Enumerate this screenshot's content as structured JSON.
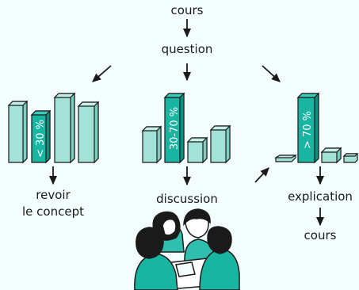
{
  "flow": {
    "top": "cours",
    "question": "question",
    "left_outcome_line1": "revoir",
    "left_outcome_line2": "le concept",
    "middle_outcome": "discussion",
    "right_outcome": "explication",
    "right_final": "cours"
  },
  "histograms": {
    "low": {
      "highlight_label": "< 30 %"
    },
    "mid": {
      "highlight_label": "30-70 %"
    },
    "high": {
      "highlight_label": "> 70 %"
    }
  },
  "colors": {
    "bar_light": "#a3e2d6",
    "bar_top": "#c5efe7",
    "bar_side": "#7ccdbf",
    "highlight": "#17b5a2",
    "highlight_top": "#3ccab9",
    "highlight_side": "#0f8f80",
    "ink": "#1a1a1a"
  },
  "illustration": {
    "icon": "students-discussion-icon"
  }
}
